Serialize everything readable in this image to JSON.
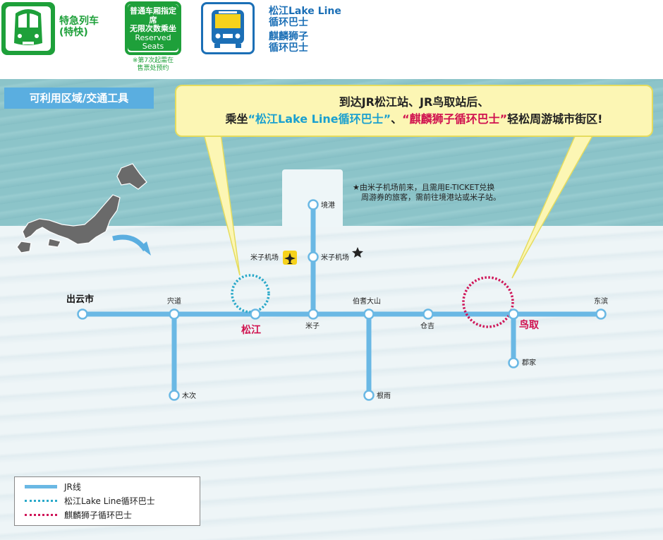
{
  "header": {
    "limited_express": {
      "icon": "train-icon",
      "label_line1": "特急列车",
      "label_line2": "(特快)"
    },
    "reserved_seats": {
      "line1": "普通车厢指定席",
      "line2": "无限次数乘坐",
      "line3": "Reserved",
      "line4": "Seats",
      "note_line1": "※第7次起需在",
      "note_line2": "售票处预约"
    },
    "bus": {
      "icon": "bus-icon",
      "label_lake_line1": "松江Lake Line",
      "label_lake_line2": "循环巴士",
      "label_kirin_line1": "麒麟狮子",
      "label_kirin_line2": "循环巴士"
    }
  },
  "map": {
    "area_tag": "可利用区域/交通工具",
    "callout": {
      "line1": "到达JR松江站、JR鸟取站后、",
      "line2_pre": "乘坐",
      "line2_lake": "“松江Lake Line循环巴士”",
      "line2_sep": "、",
      "line2_kirin": "“麒麟狮子循环巴士”",
      "line2_post": "轻松周游城市街区!"
    },
    "star_note_line1": "★由米子机场前来，且需用E-TICKET兑换",
    "star_note_line2": "周游券的旅客，需前往境港站或米子站。",
    "stations": {
      "izumoshi": "出云市",
      "shinji": "宍道",
      "kisuki": "木次",
      "matsue": "松江",
      "yonago": "米子",
      "sakaiminato": "境港",
      "yonago_airport_stn": "米子机场",
      "yonago_airport": "米子机场",
      "hokidaisen": "伯耆大山",
      "neu": "根雨",
      "kurayoshi": "仓吉",
      "tottori": "鸟取",
      "koge": "郡家",
      "tohama": "东滨"
    },
    "icons": {
      "airport": "airplane-icon",
      "star": "star-icon",
      "arrow": "arrow-icon",
      "japan": "japan-map-icon"
    }
  },
  "legend": {
    "jr_line": "JR线",
    "lake_line": "松江Lake Line循环巴士",
    "kirin_line": "麒麟狮子循环巴士"
  },
  "colors": {
    "green": "#1ea03a",
    "blue": "#1b6fb6",
    "rail": "#6ab8e4",
    "lake_dot": "#2aa9c9",
    "kirin_dot": "#cf1558",
    "callout_bg": "#fcf6b4",
    "sea": "#8cc4c9"
  }
}
